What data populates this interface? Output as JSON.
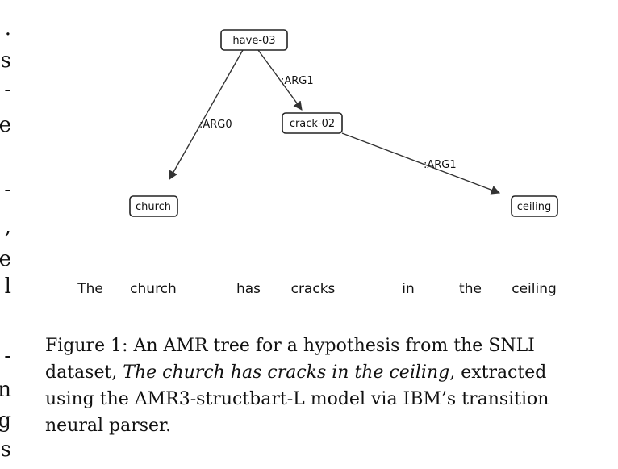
{
  "left_edge": {
    "chars": [
      ".",
      "s",
      "-",
      "e",
      "-",
      ",",
      "e",
      "l",
      "-",
      "n",
      "g",
      "s"
    ]
  },
  "diagram": {
    "nodes": [
      {
        "id": "have",
        "label": "have-03"
      },
      {
        "id": "crack",
        "label": "crack-02"
      },
      {
        "id": "church",
        "label": "church"
      },
      {
        "id": "ceiling",
        "label": "ceiling"
      }
    ],
    "edges": [
      {
        "from": "have",
        "to": "church",
        "label": ":ARG0"
      },
      {
        "from": "have",
        "to": "crack",
        "label": ":ARG1"
      },
      {
        "from": "crack",
        "to": "ceiling",
        "label": ":ARG1"
      }
    ],
    "tokens": [
      "The",
      "church",
      "has",
      "cracks",
      "in",
      "the",
      "ceiling"
    ]
  },
  "caption": {
    "prefix": "Figure 1: An AMR tree for a hypothesis from the SNLI dataset, ",
    "italic": "The church has cracks in the ceiling",
    "suffix": ", extracted using the AMR3-structbart-L model via IBM’s transition neural parser."
  }
}
